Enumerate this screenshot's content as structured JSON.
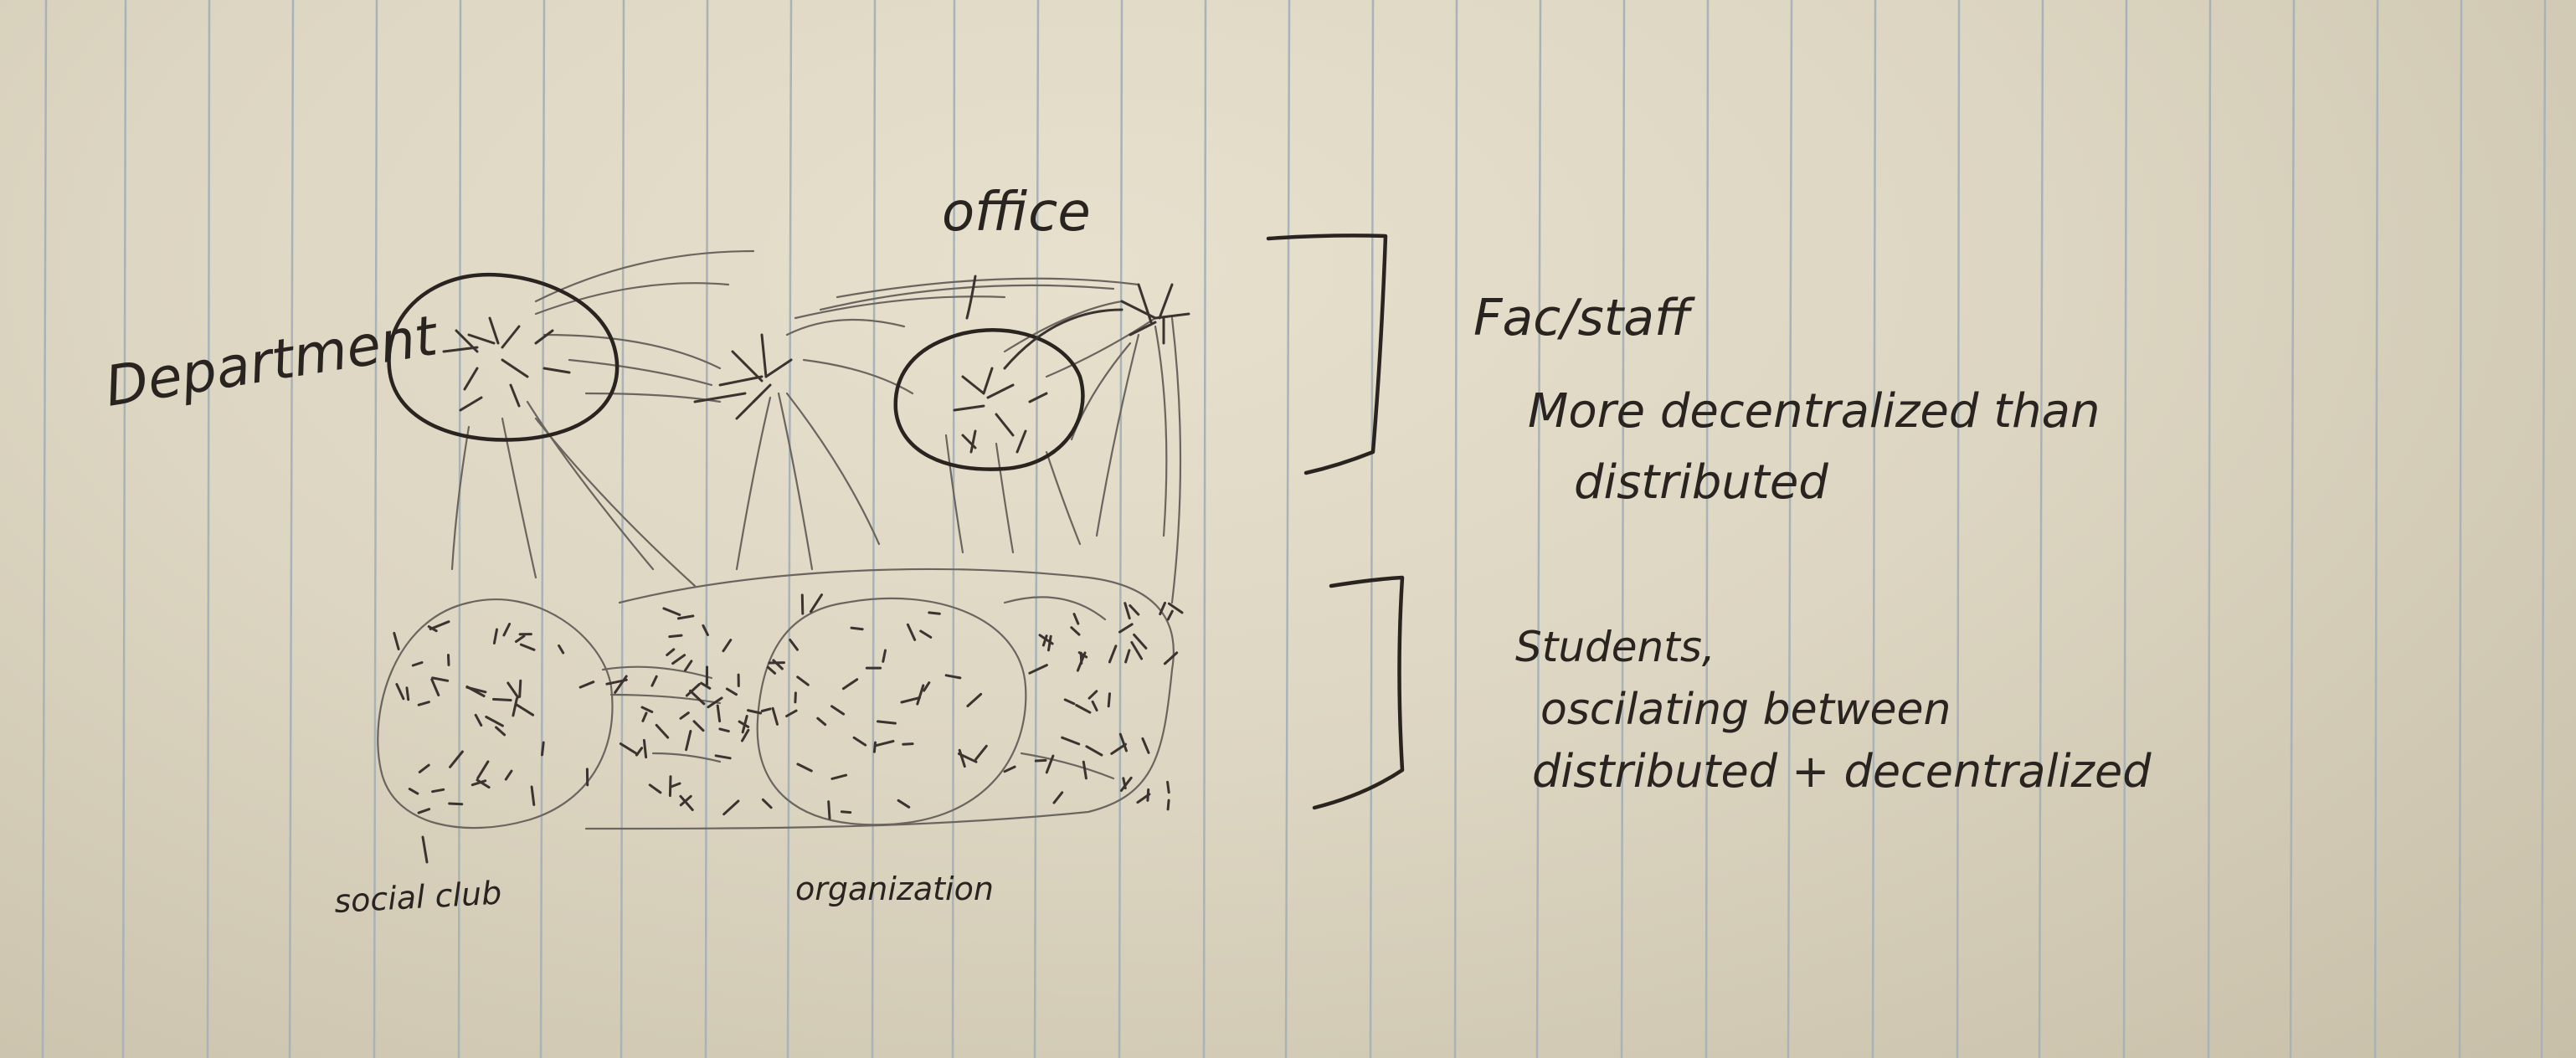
{
  "labels": {
    "department": "Department",
    "office": "office",
    "social_club": "social club",
    "organization": "organization"
  },
  "notes": {
    "fac_staff": "Fac/staff",
    "fac_staff_line1": "More decentralized than",
    "fac_staff_line2": "distributed",
    "students_line1": "Students,",
    "students_line2": "oscilating between",
    "students_line3": "distributed + decentralized"
  },
  "colors": {
    "ink": "#2a2421",
    "pencil": "#6b6560",
    "rules": "#a8b3b8",
    "paper": "#e2dbc7"
  }
}
